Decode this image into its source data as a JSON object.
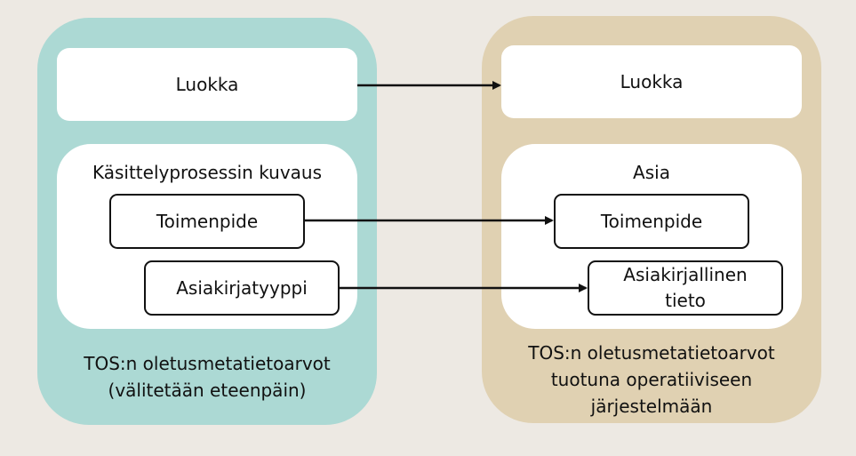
{
  "left": {
    "class_label": "Luokka",
    "process_title": "Käsittelyprosessin kuvaus",
    "action_label": "Toimenpide",
    "doctype_label": "Asiakirjatyyppi",
    "caption": [
      "TOS:n oletusmetatietoarvot",
      "(välitetään eteenpäin)"
    ]
  },
  "right": {
    "class_label": "Luokka",
    "case_title": "Asia",
    "action_label": "Toimenpide",
    "document_info_label": [
      "Asiakirjallinen",
      "tieto"
    ],
    "caption": [
      "TOS:n oletusmetatietoarvot",
      "tuotuna operatiiviseen",
      "järjestelmään"
    ]
  },
  "colors": {
    "background": "#ede9e3",
    "left_panel": "#acd9d4",
    "right_panel": "#e0d1b2",
    "box": "#ffffff",
    "stroke": "#111111"
  }
}
